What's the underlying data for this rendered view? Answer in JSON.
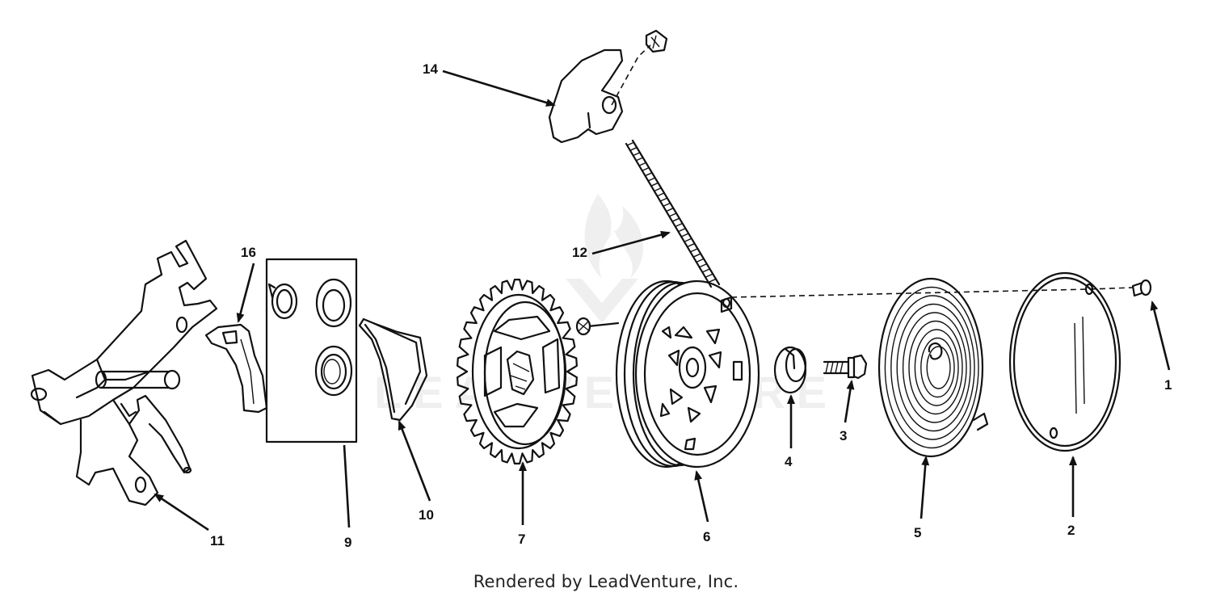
{
  "diagram": {
    "callouts": [
      {
        "id": "1",
        "label": "1"
      },
      {
        "id": "2",
        "label": "2"
      },
      {
        "id": "3",
        "label": "3"
      },
      {
        "id": "4",
        "label": "4"
      },
      {
        "id": "5",
        "label": "5"
      },
      {
        "id": "6",
        "label": "6"
      },
      {
        "id": "7",
        "label": "7"
      },
      {
        "id": "9",
        "label": "9"
      },
      {
        "id": "10",
        "label": "10"
      },
      {
        "id": "11",
        "label": "11"
      },
      {
        "id": "12",
        "label": "12"
      },
      {
        "id": "14",
        "label": "14"
      },
      {
        "id": "16",
        "label": "16"
      }
    ]
  },
  "watermark": {
    "text": "LEADVENTURE"
  },
  "footer": {
    "text": "Rendered by LeadVenture, Inc."
  }
}
